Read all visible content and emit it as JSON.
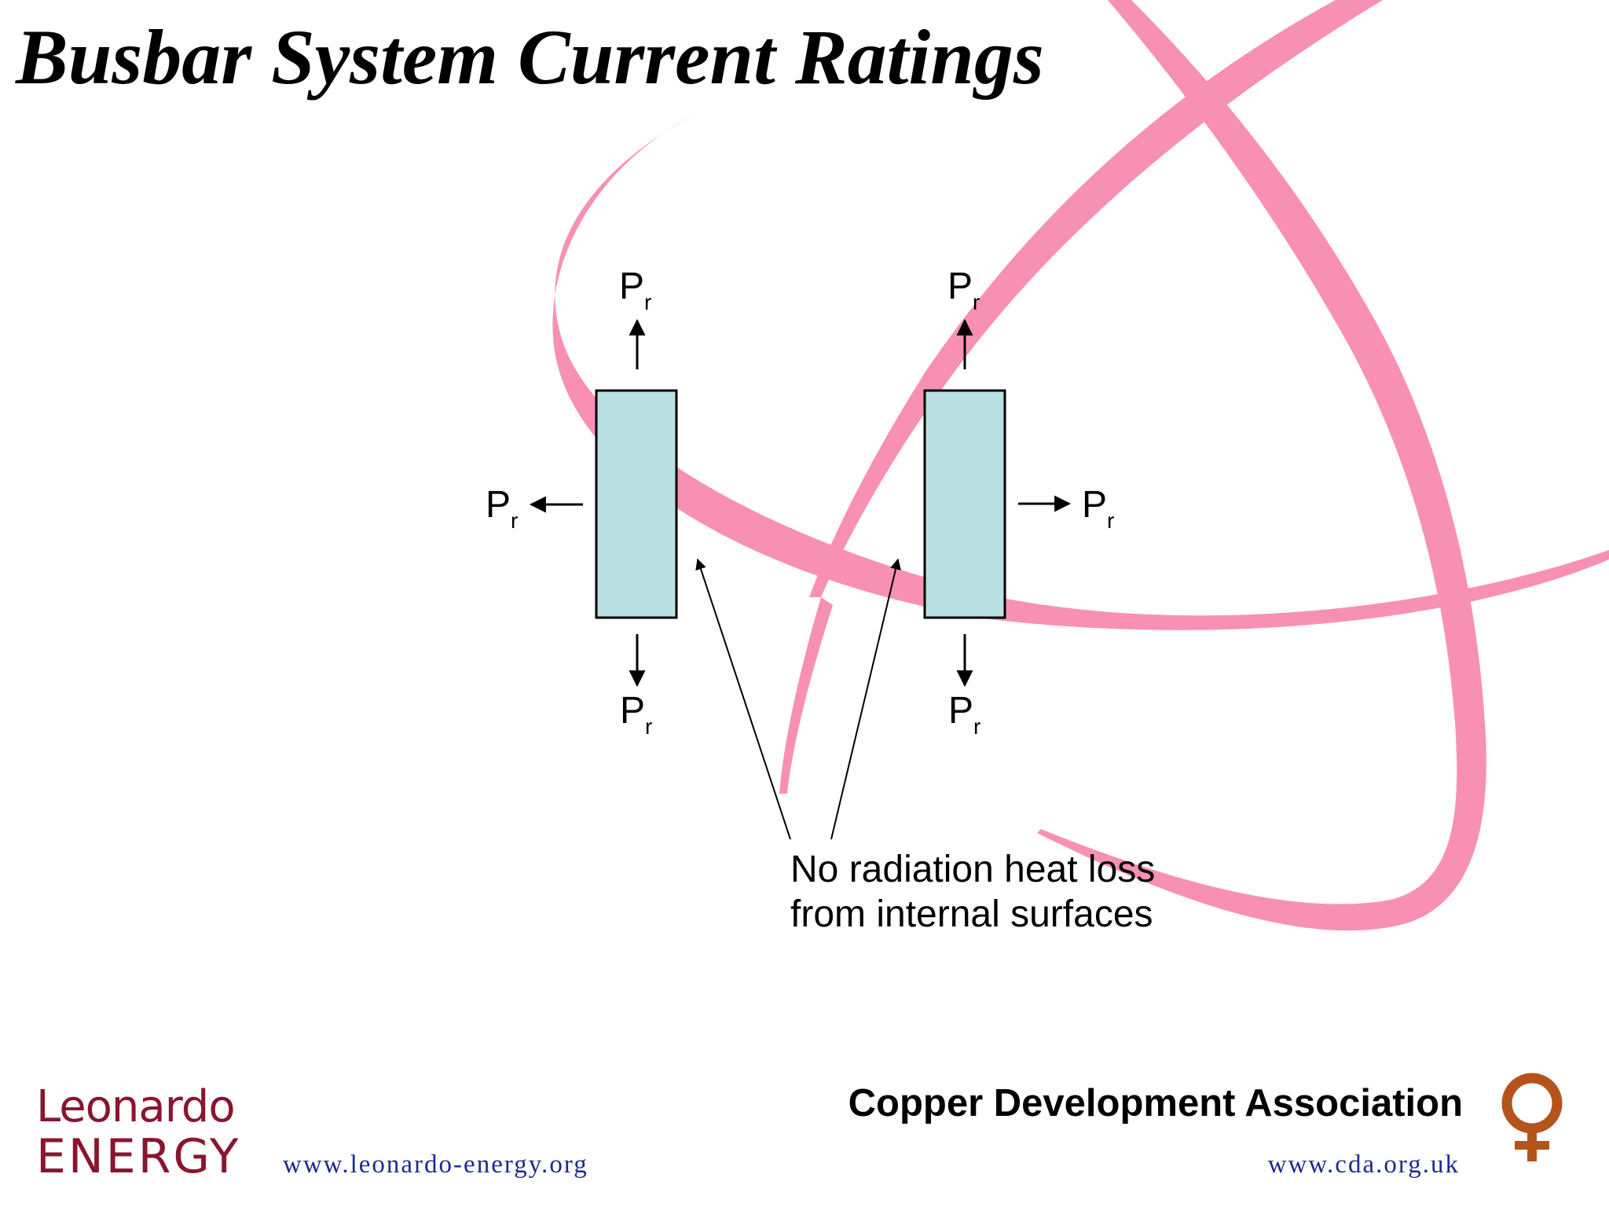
{
  "slide": {
    "title": "Busbar System Current Ratings"
  },
  "diagram": {
    "flow_label_main": "P",
    "flow_label_sub": "r",
    "note_line1": "No radiation heat loss",
    "note_line2": "from internal surfaces",
    "busbar_fill": "#b9e0e3",
    "swoosh_color": "#f890b4"
  },
  "footer": {
    "leonardo_line1": "Leonardo",
    "leonardo_line2": "ENERGY",
    "leonardo_url": "www.leonardo-energy.org",
    "cda_name": "Copper Development Association",
    "cda_url": "www.cda.org.uk",
    "leonardo_color": "#8a1530",
    "url_color": "#1f2a8c",
    "cda_logo_color": "#b5531c",
    "cda_logo_icon": "copper-venus-icon"
  }
}
